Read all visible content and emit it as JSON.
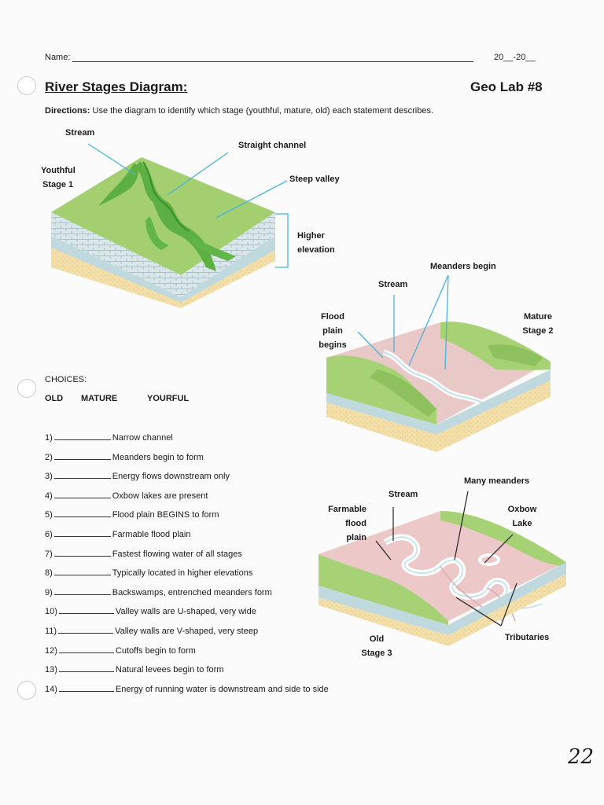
{
  "header": {
    "name_label": "Name:",
    "date_label": "20__-20__",
    "title": "River Stages Diagram:",
    "lab": "Geo Lab #8",
    "directions_bold": "Directions:",
    "directions_text": "Use the diagram to identify which stage (youthful, mature, old) each statement describes."
  },
  "diagram1": {
    "stream": "Stream",
    "straight_channel": "Straight channel",
    "steep_valley": "Steep valley",
    "stage_line1": "Youthful",
    "stage_line2": "Stage 1",
    "higher_line1": "Higher",
    "higher_line2": "elevation"
  },
  "diagram2": {
    "meanders_begin": "Meanders begin",
    "stream": "Stream",
    "flood_line1": "Flood",
    "flood_line2": "plain",
    "flood_line3": "begins",
    "stage_line1": "Mature",
    "stage_line2": "Stage 2"
  },
  "diagram3": {
    "many_meanders": "Many meanders",
    "stream": "Stream",
    "farmable_line1": "Farmable",
    "farmable_line2": "flood",
    "farmable_line3": "plain",
    "oxbow_line1": "Oxbow",
    "oxbow_line2": "Lake",
    "tributaries": "Tributaries",
    "stage_line1": "Old",
    "stage_line2": "Stage 3"
  },
  "choices": {
    "label": "CHOICES:",
    "options": [
      "OLD",
      "MATURE",
      "YOURFUL"
    ]
  },
  "questions": [
    {
      "num": "1)",
      "text": "Narrow channel"
    },
    {
      "num": "2)",
      "text": "Meanders begin to form"
    },
    {
      "num": "3)",
      "text": "Energy flows downstream only"
    },
    {
      "num": "4)",
      "text": "Oxbow lakes are present"
    },
    {
      "num": "5)",
      "text": "Flood plain BEGINS to form"
    },
    {
      "num": "6)",
      "text": "Farmable flood plain"
    },
    {
      "num": "7)",
      "text": "Fastest flowing water of all stages"
    },
    {
      "num": "8)",
      "text": "Typically located in higher elevations"
    },
    {
      "num": "9)",
      "text": "Backswamps, entrenched meanders form"
    },
    {
      "num": "10)",
      "text": "Valley walls are U-shaped, very wide"
    },
    {
      "num": "11)",
      "text": "Valley walls are V-shaped, very steep"
    },
    {
      "num": "12)",
      "text": "Cutoffs begin to form"
    },
    {
      "num": "13)",
      "text": "Natural levees begin to form"
    },
    {
      "num": "14)",
      "text": "Energy of running water is downstream and side to side"
    }
  ],
  "page_number": "22",
  "colors": {
    "grass": "#9dcb6a",
    "grass_dark": "#5aa83e",
    "rock": "#cfe0e4",
    "sand": "#f3dfaa",
    "floodplain": "#ead0cf",
    "water": "#ffffff",
    "leader": "#4ab3dc"
  }
}
